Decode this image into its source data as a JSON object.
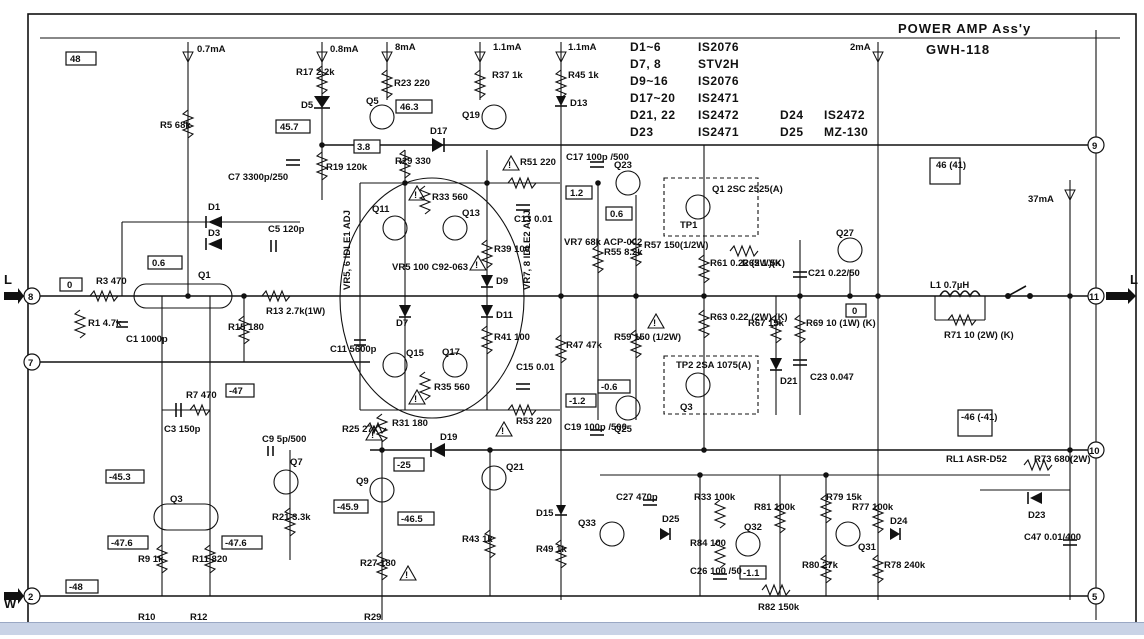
{
  "title": {
    "line1": "POWER AMP Ass'y",
    "line2": "GWH-118"
  },
  "table": [
    [
      "D1~6",
      "IS2076"
    ],
    [
      "D7, 8",
      "STV2H"
    ],
    [
      "D9~16",
      "IS2076"
    ],
    [
      "D17~20",
      "IS2471"
    ],
    [
      "D21, 22",
      "IS2472"
    ],
    [
      "D23",
      "IS2471"
    ],
    [
      "D24",
      "IS2472"
    ],
    [
      "D25",
      "MZ-130"
    ]
  ],
  "currents": [
    "0.7mA",
    "0.8mA",
    "8mA",
    "1.1mA",
    "1.1mA",
    "2mA",
    "37mA"
  ],
  "voltage_boxes": [
    "48",
    "0.6",
    "0",
    "45.7",
    "46.3",
    "3.8",
    "1.2",
    "0.6",
    "-0.6",
    "-1.2",
    "-25",
    "-45.9",
    "-46.5",
    "-45.3",
    "-47.6",
    "-47.6",
    "-47",
    "-48",
    "0",
    "46 (41)",
    "-46 (-41)",
    "-1.1"
  ],
  "terminals": [
    "8",
    "7",
    "2",
    "9",
    "11",
    "10",
    "5"
  ],
  "io_labels": [
    "L",
    "L",
    "W"
  ],
  "labels": [
    "R17 2.2k",
    "D5",
    "R23 220",
    "Q5",
    "R37 1k",
    "Q19",
    "R45 1k",
    "D13",
    "R5 68k",
    "C7 3300p/250",
    "R19 120k",
    "R29 330",
    "D17",
    "R33 560",
    "Q11",
    "Q13",
    "VR5 100 C92-063",
    "D7",
    "Q15",
    "Q17",
    "R35 560",
    "R39 100",
    "D9",
    "D11",
    "R41 100",
    "C11 5600p",
    "R51 220",
    "C13 0.01",
    "C17 100p /500",
    "VR7 68k ACP-002",
    "R55 8.2k",
    "R57 150(1/2W)",
    "R59 150 (1/2W)",
    "R47 47k",
    "C15 0.01",
    "R53 220",
    "C19 100p /500",
    "Q23",
    "Q25",
    "Q1 2SC 2525(A)",
    "TP1",
    "TP2 2SA 1075(A)",
    "Q3",
    "R61 0.22 (2W)(K)",
    "R63 0.22 (2W) (K)",
    "R65 1.5k",
    "R67 15k",
    "R69 10 (1W) (K)",
    "C21 0.22/50",
    "C23 0.047",
    "D21",
    "Q27",
    "L1 0.7µH",
    "R71 10 (2W) (K)",
    "RL1 ASR-D52",
    "R73 680(2W)",
    "D23",
    "C47 0.01/400",
    "D1",
    "D3",
    "C5 120p",
    "Q1",
    "R3 470",
    "R1 4.7k",
    "C1 1000p",
    "R13 2.7k(1W)",
    "R15 180",
    "R7 470",
    "C3 150p",
    "Q3",
    "R9 1k",
    "R11 820",
    "R10",
    "R12",
    "C9 5p/500",
    "Q7",
    "R21 3.3k",
    "R25 27k",
    "R31 180",
    "Q9",
    "D19",
    "R27 180",
    "R29",
    "Q21",
    "R43 1k",
    "D15",
    "R49 1k",
    "Q33",
    "C27 470p",
    "D25",
    "R33 100k",
    "R84 100",
    "C26 100 /50",
    "Q32",
    "R81 100k",
    "R82 150k",
    "R79 15k",
    "R77 100k",
    "Q31",
    "R80 27k",
    "R78 240k",
    "D24",
    "VR5, 6 IDLE1 ADJ",
    "VR7, 8 IDLE2 ADJ"
  ]
}
